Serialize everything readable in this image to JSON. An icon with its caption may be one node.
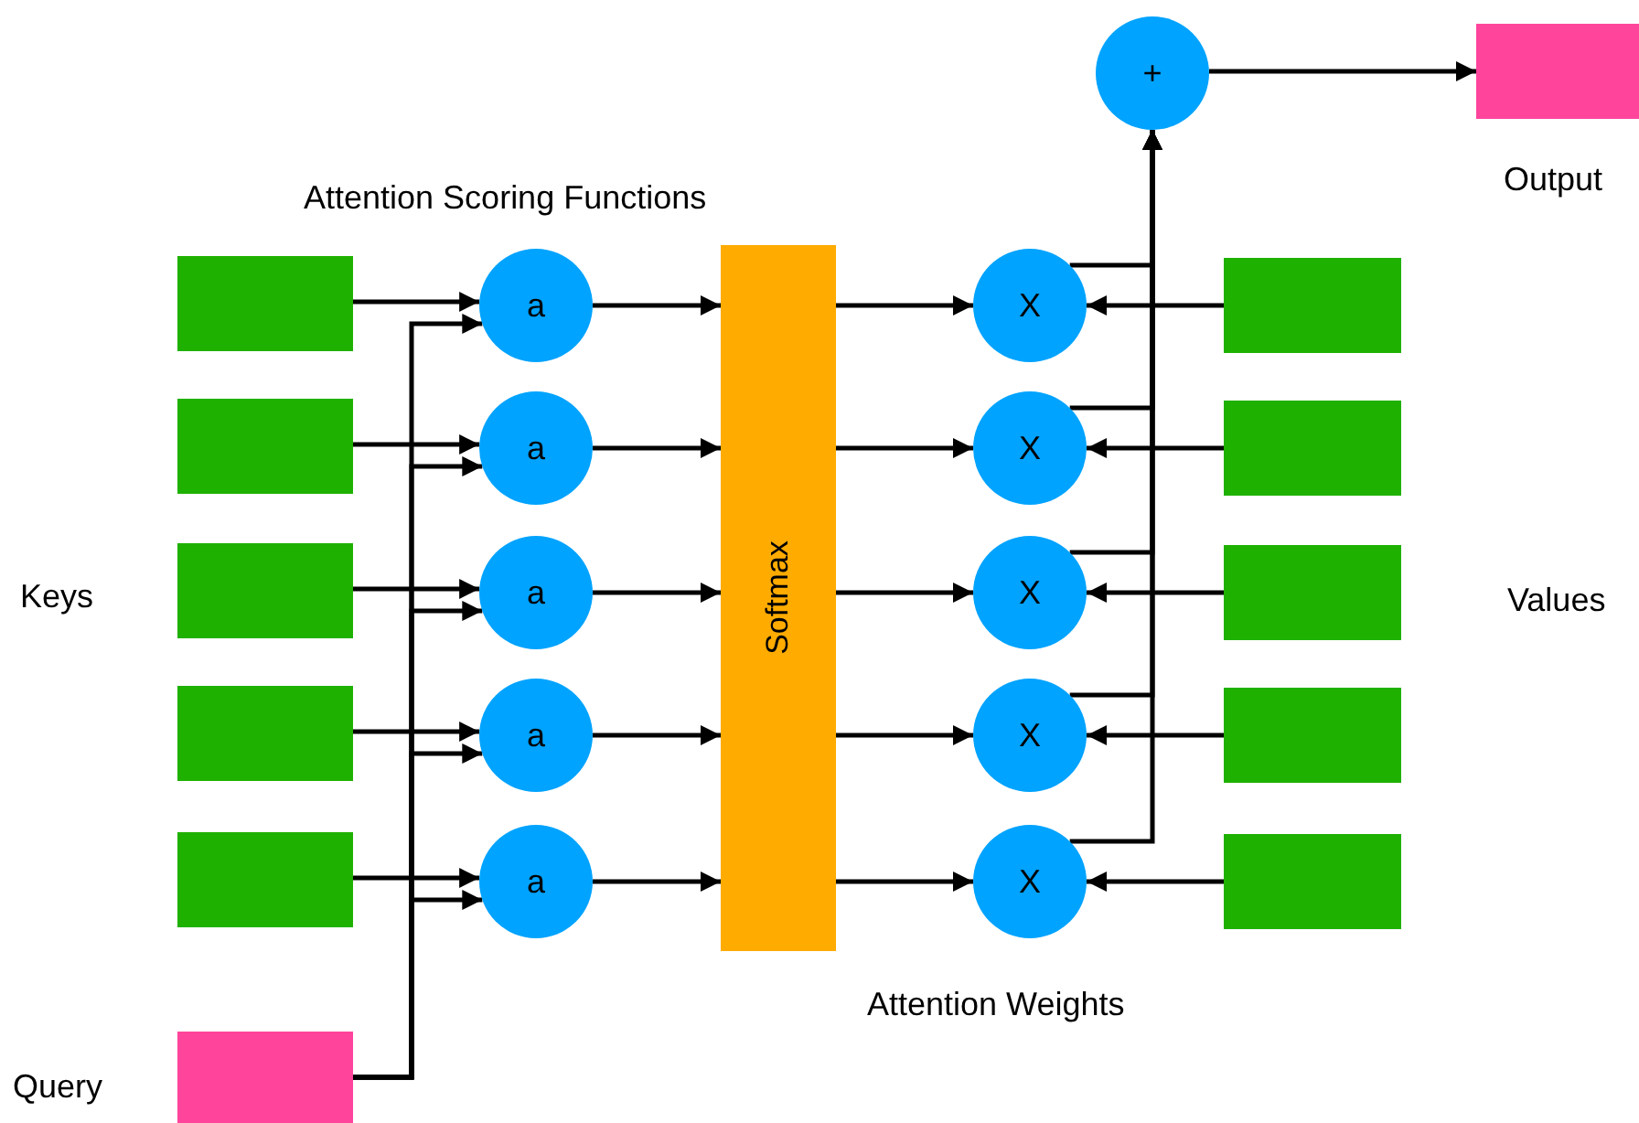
{
  "diagram": {
    "nodes": [
      {
        "text": [],
        "shape": "box"
      },
      {
        "text": [],
        "shape": "box"
      },
      {
        "text": [],
        "shape": "box"
      },
      {
        "text": [],
        "shape": "box"
      },
      {
        "text": [],
        "shape": "box"
      },
      {
        "text": [],
        "shape": "box"
      },
      {
        "text": [
          "a"
        ]
      },
      {
        "text": [
          "a"
        ]
      },
      {
        "text": [
          "a"
        ]
      },
      {
        "text": [
          "a"
        ]
      },
      {
        "text": [
          "a"
        ]
      },
      {
        "text": [
          "Softmax"
        ]
      },
      {
        "text": [
          "X"
        ]
      },
      {
        "text": [
          "X"
        ]
      },
      {
        "text": [
          "X"
        ]
      },
      {
        "text": [
          "X"
        ]
      },
      {
        "text": [
          "X"
        ]
      },
      {
        "text": [],
        "shape": "box"
      },
      {
        "text": [],
        "shape": "box"
      },
      {
        "text": [],
        "shape": "box"
      },
      {
        "text": [],
        "shape": "box"
      },
      {
        "text": [],
        "shape": "box"
      },
      {
        "text": [
          "+"
        ]
      },
      {
        "text": [],
        "shape": "box"
      }
    ],
    "edges": [
      {
        "from": 0,
        "to": 6,
        "arrow": "to"
      },
      {
        "from": 1,
        "to": 7,
        "arrow": "to"
      },
      {
        "from": 2,
        "to": 8,
        "arrow": "to"
      },
      {
        "from": 3,
        "to": 9,
        "arrow": "to"
      },
      {
        "from": 4,
        "to": 10,
        "arrow": "to"
      },
      {
        "from": 5,
        "to": 6,
        "arrow": "to"
      },
      {
        "from": 5,
        "to": 7,
        "arrow": "to"
      },
      {
        "from": 5,
        "to": 8,
        "arrow": "to"
      },
      {
        "from": 5,
        "to": 9,
        "arrow": "to"
      },
      {
        "from": 5,
        "to": 10,
        "arrow": "to"
      },
      {
        "from": 6,
        "to": 11,
        "arrow": "to"
      },
      {
        "from": 7,
        "to": 11,
        "arrow": "to"
      },
      {
        "from": 8,
        "to": 11,
        "arrow": "to"
      },
      {
        "from": 9,
        "to": 11,
        "arrow": "to"
      },
      {
        "from": 10,
        "to": 11,
        "arrow": "to"
      },
      {
        "from": 11,
        "to": 12,
        "arrow": "to"
      },
      {
        "from": 11,
        "to": 13,
        "arrow": "to"
      },
      {
        "from": 11,
        "to": 14,
        "arrow": "to"
      },
      {
        "from": 11,
        "to": 15,
        "arrow": "to"
      },
      {
        "from": 11,
        "to": 16,
        "arrow": "to"
      },
      {
        "from": 17,
        "to": 12,
        "arrow": "to"
      },
      {
        "from": 18,
        "to": 13,
        "arrow": "to"
      },
      {
        "from": 19,
        "to": 14,
        "arrow": "to"
      },
      {
        "from": 20,
        "to": 15,
        "arrow": "to"
      },
      {
        "from": 21,
        "to": 16,
        "arrow": "to"
      },
      {
        "from": 12,
        "to": 22,
        "arrow": "to"
      },
      {
        "from": 13,
        "to": 22,
        "arrow": "to"
      },
      {
        "from": 14,
        "to": 22,
        "arrow": "to"
      },
      {
        "from": 15,
        "to": 22,
        "arrow": "to"
      },
      {
        "from": 16,
        "to": 22,
        "arrow": "to"
      },
      {
        "from": 22,
        "to": 23,
        "arrow": "to"
      }
    ],
    "labels": [
      "Output",
      "Attention Scoring Functions",
      "Keys",
      "Values",
      "Attention Weights",
      "Query"
    ]
  }
}
